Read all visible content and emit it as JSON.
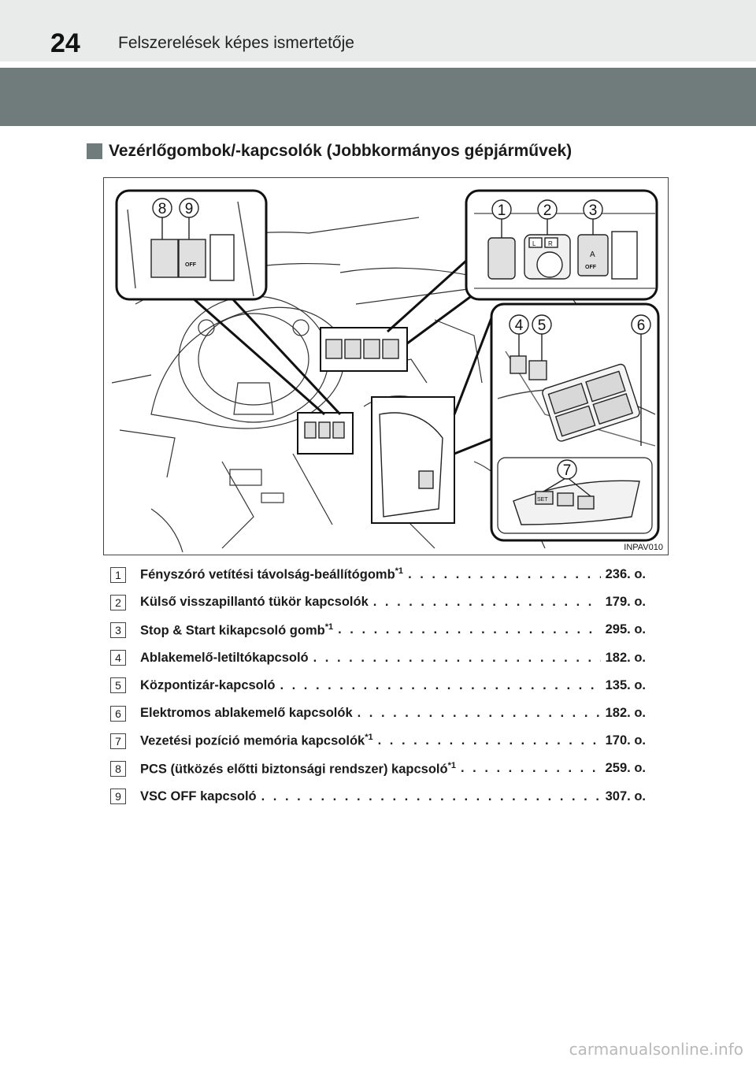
{
  "header": {
    "page_number": "24",
    "running_title": "Felszerelések képes ismertetője"
  },
  "section": {
    "title": "Vezérlőgombok/-kapcsolók (Jobbkormányos gépjárművek)"
  },
  "figure": {
    "code": "INPAV010",
    "callouts": [
      "1",
      "2",
      "3",
      "4",
      "5",
      "6",
      "7",
      "8",
      "9"
    ],
    "button_labels": {
      "off1": "OFF",
      "off2": "OFF",
      "set": "SET",
      "l": "L",
      "r": "R",
      "a": "A"
    }
  },
  "items": [
    {
      "num": "1",
      "label": "Fényszóró vetítési távolság-beállítógomb",
      "sup": "*1",
      "page": "236. o."
    },
    {
      "num": "2",
      "label": "Külső visszapillantó tükör kapcsolók",
      "sup": "",
      "page": "179. o."
    },
    {
      "num": "3",
      "label": "Stop & Start kikapcsoló gomb",
      "sup": "*1",
      "page": "295. o."
    },
    {
      "num": "4",
      "label": "Ablakemelő-letiltókapcsoló",
      "sup": "",
      "page": "182. o."
    },
    {
      "num": "5",
      "label": "Központizár-kapcsoló",
      "sup": "",
      "page": "135. o."
    },
    {
      "num": "6",
      "label": "Elektromos ablakemelő kapcsolók",
      "sup": "",
      "page": "182. o."
    },
    {
      "num": "7",
      "label": "Vezetési pozíció memória kapcsolók",
      "sup": "*1",
      "page": "170. o."
    },
    {
      "num": "8",
      "label": "PCS (ütközés előtti biztonsági rendszer) kapcsoló",
      "sup": "*1",
      "page": "259. o."
    },
    {
      "num": "9",
      "label": "VSC OFF kapcsoló",
      "sup": "",
      "page": "307. o."
    }
  ],
  "watermark": "carmanualsonline.info"
}
